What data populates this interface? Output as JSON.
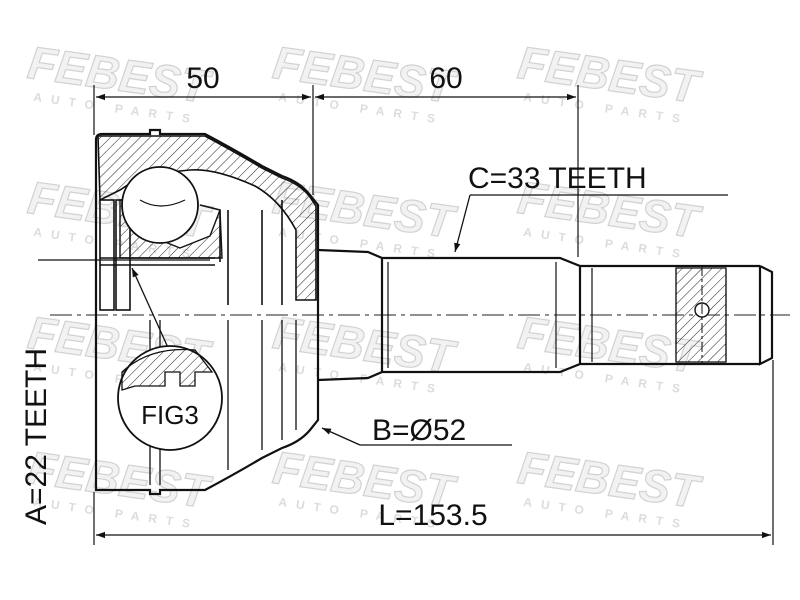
{
  "watermark": {
    "brand": "FEBEST",
    "subtitle": "AUTO PARTS"
  },
  "dimensions": {
    "width_left": "50",
    "width_right": "60",
    "teeth_c": "C=33 TEETH",
    "teeth_a": "A=22 TEETH",
    "diameter_b": "B=Ø52",
    "length_l": "L=153.5"
  },
  "detail_callout": {
    "label": "FIG3"
  }
}
